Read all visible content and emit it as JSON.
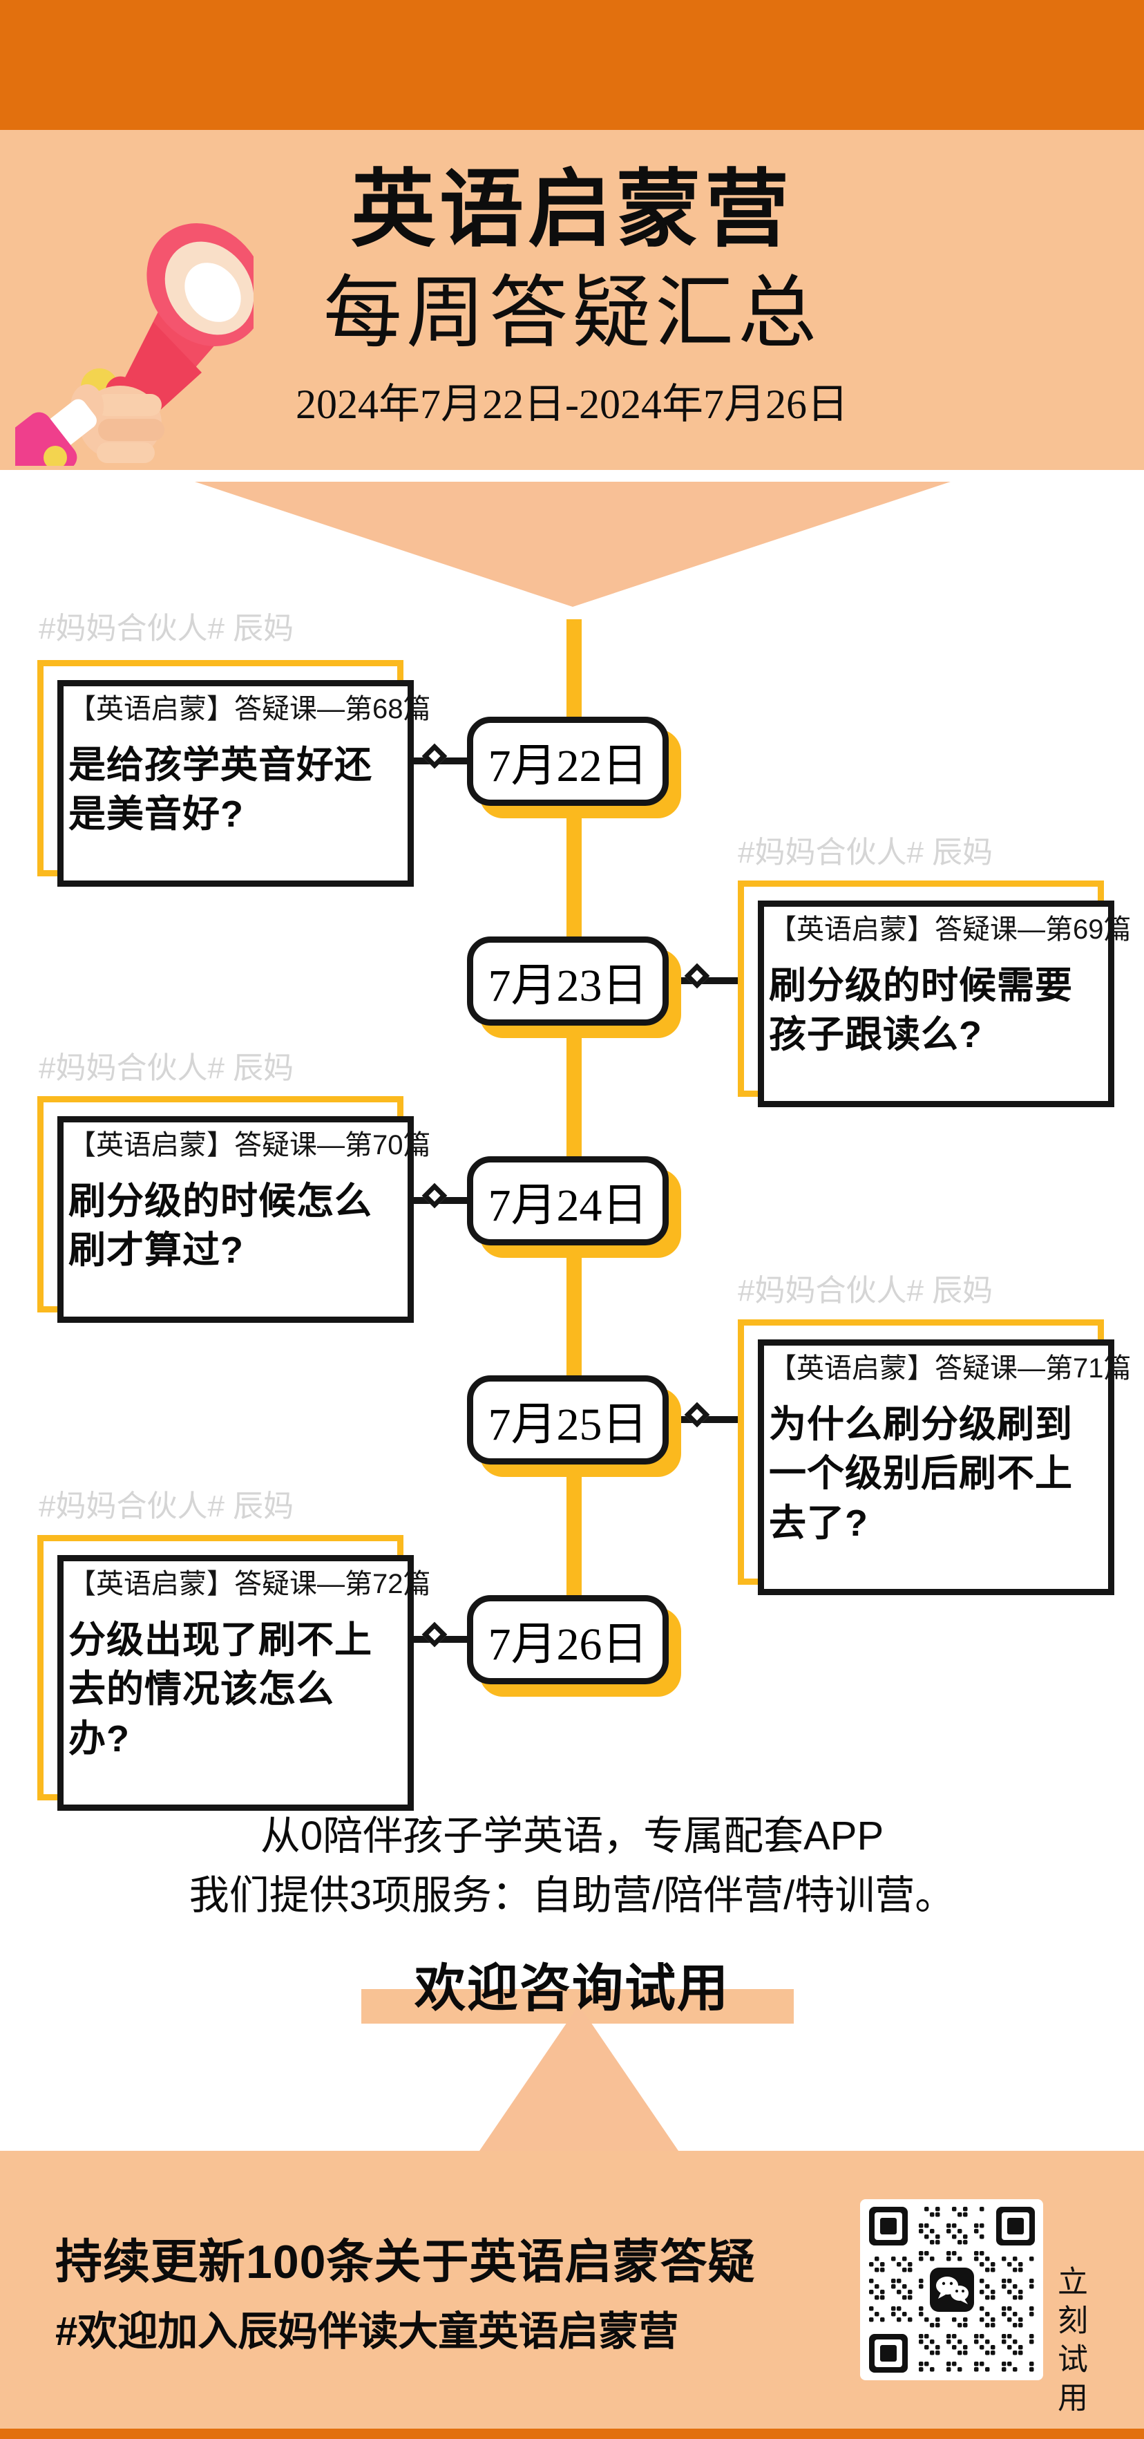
{
  "colors": {
    "orange": "#E2700E",
    "peach": "#F8C294",
    "peach-light": "#F8C096",
    "yellow": "#FBB91E",
    "ink": "#151515",
    "watermark": "#D5D5D5",
    "white": "#FFFFFF"
  },
  "header": {
    "icon": "megaphone-icon",
    "title": "英语启蒙营",
    "subtitle": "每周答疑汇总",
    "date_range": "2024年7月22日-2024年7月26日"
  },
  "watermark": "#妈妈合伙人# 辰妈",
  "timeline": {
    "entries": [
      {
        "date": "7月22日",
        "side": "left",
        "label": "【英语启蒙】答疑课—第68篇",
        "question": "是给孩学英音好还是美音好?"
      },
      {
        "date": "7月23日",
        "side": "right",
        "label": "【英语启蒙】答疑课—第69篇",
        "question": "刷分级的时候需要孩子跟读么?"
      },
      {
        "date": "7月24日",
        "side": "left",
        "label": "【英语启蒙】答疑课—第70篇",
        "question": "刷分级的时候怎么刷才算过?"
      },
      {
        "date": "7月25日",
        "side": "right",
        "label": "【英语启蒙】答疑课—第71篇",
        "question": "为什么刷分级刷到一个级别后刷不上去了?"
      },
      {
        "date": "7月26日",
        "side": "left",
        "label": "【英语启蒙】答疑课—第72篇",
        "question": "分级出现了刷不上去的情况该怎么办?"
      }
    ]
  },
  "promo": {
    "line1": "从0陪伴孩子学英语，专属配套APP",
    "line2": "我们提供3项服务：自助营/陪伴营/特训营。",
    "cta": "欢迎咨询试用"
  },
  "footer": {
    "line1": "持续更新100条关于英语启蒙答疑",
    "line2": "#欢迎加入辰妈伴读大童英语启蒙营",
    "qr_label": "立刻试用",
    "icons": {
      "qr": "wechat-qr-code",
      "logo": "wechat-logo"
    }
  }
}
